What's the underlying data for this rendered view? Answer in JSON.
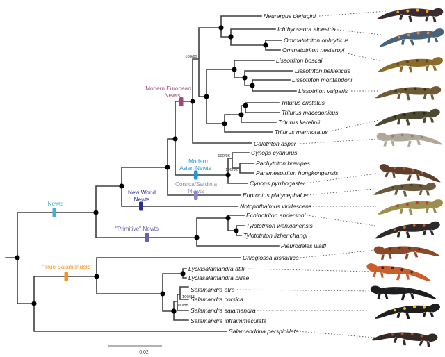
{
  "figure": {
    "type": "phylogenetic-tree",
    "tips": [
      "Neurergus derjugini",
      "Ichthyosaura alpestris",
      "Ommatotriton ophryticus",
      "Ommatotriton nesterovi",
      "Lissotriton boscai",
      "Lissotriton helveticus",
      "Lissotriton montandoni",
      "Lissotriton vulgaris",
      "Triturus cristatus",
      "Triturus macedonicus",
      "Triturus karelinii",
      "Triturus marmoratus",
      "Calotriton asper",
      "Cynops cyanurus",
      "Pachytriton brevipes",
      "Paramesotriton hongkongensis",
      "Cynops pyrrhogaster",
      "Euproctus platycephalus",
      "Notophthalmus viridescens",
      "Echinotriton andersoni",
      "Tylototriton wenxianensis",
      "Tylototriton lizhenchangi",
      "Pleurodeles waltl",
      "Chioglossa lusitanica",
      "Lyciasalamandra atifi",
      "Lyciasalamandra billae",
      "Salamandra atra",
      "Salamandra corsica",
      "Salamandra salamandra",
      "Salamandra infraimmaculata",
      "Salamandrina perspicillata"
    ],
    "clades": [
      {
        "id": "modern-european-newts",
        "lines": [
          "Modern European",
          "Newts"
        ],
        "color": "#A0487E"
      },
      {
        "id": "modern-asian-newts",
        "lines": [
          "Modern",
          "Asian Newts"
        ],
        "color": "#1E96DC"
      },
      {
        "id": "corsica-sardinia-newts",
        "lines": [
          "Corsica/Sardinia",
          "Newts"
        ],
        "color": "#8C85C6"
      },
      {
        "id": "new-world-newts",
        "lines": [
          "New World",
          "Newts"
        ],
        "color": "#2B2E8C"
      },
      {
        "id": "newts",
        "lines": [
          "Newts"
        ],
        "color": "#38B6CE"
      },
      {
        "id": "primitive-newts",
        "lines": [
          "\"Primitive\" Newts"
        ],
        "color": "#6C60AC"
      },
      {
        "id": "true-salamanders",
        "lines": [
          "\"True Salamanders\""
        ],
        "color": "#F7941E"
      }
    ],
    "supports": [
      "100/99",
      "100/96",
      "100/92",
      "100/83",
      "100/88"
    ],
    "scale_bar": {
      "label": "0.02"
    },
    "newick": "(((((((Neurergus_derjugini,(Ichthyosaura_alpestris,(Ommatotriton_ophryticus,Ommatotriton_nesterovi))),((Lissotriton_boscai,(Lissotriton_helveticus,(Lissotriton_montandoni,Lissotriton_vulgaris))),(((Triturus_cristatus,Triturus_macedonicus),Triturus_karelinii),Triturus_marmoratus)))100/99,Calotriton_asper)ModernEuropeanNewts,((Cynops_cyanurus,(Pachytriton_brevipes,Paramesotriton_hongkongensis)100/92)100/96,Cynops_pyrrhogaster)ModernAsianNewts),Euproctus_platycephalus_CorsicaSardiniaNewts),Notophthalmus_viridescens_NewWorldNewts),((Echinotriton_andersoni,(Tylototriton_wenxianensis,Tylototriton_lizhenchangi)),Pleurodeles_waltl)PrimitiveNewts)Newts,((Chioglossa_lusitanica,((Lyciasalamandra_atifi,Lyciasalamandra_billae),(((Salamandra_atra,Salamandra_corsica)100/83,Salamandra_salamandra)100/88,Salamandra_infraimmaculata)))TrueSalamanders,Salamandrina_perspicillata);",
    "photos": [
      {
        "species": "Neurergus derjugini",
        "body": "#3A2B33",
        "accent": "#F5A623"
      },
      {
        "species": "Ichthyosaura alpestris",
        "body": "#4A6277",
        "accent": "#E8833A"
      },
      {
        "species": "Ommatotriton (banded newt)",
        "body": "#8A6B2A",
        "accent": "#5A4418"
      },
      {
        "species": "Lissotriton vulgaris",
        "body": "#6E5B35",
        "accent": "#3C301B"
      },
      {
        "species": "Triturus marmoratus",
        "body": "#4C4A30",
        "accent": "#2C2A18"
      },
      {
        "species": "Calotriton asper",
        "body": "#B0A79A",
        "accent": "#8F867A"
      },
      {
        "species": "Cynops pyrrhogaster",
        "body": "#5F3F2A",
        "accent": "#C2512E"
      },
      {
        "species": "Euproctus platycephalus",
        "body": "#6B5A3C",
        "accent": "#4A3D26"
      },
      {
        "species": "Notophthalmus viridescens",
        "body": "#9A8F4E",
        "accent": "#C0392B"
      },
      {
        "species": "Echinotriton andersoni",
        "body": "#2E2A28",
        "accent": "#C75B2A"
      },
      {
        "species": "Chioglossa lusitanica",
        "body": "#8A4A2A",
        "accent": "#5F3018"
      },
      {
        "species": "Lyciasalamandra atifi",
        "body": "#C95F2E",
        "accent": "#3A2A22"
      },
      {
        "species": "Salamandra atra",
        "body": "#1D1D1F",
        "accent": "#2A2A2E"
      },
      {
        "species": "Salamandra salamandra",
        "body": "#1F1E1C",
        "accent": "#F2C318"
      },
      {
        "species": "Salamandrina perspicillata",
        "body": "#332A26",
        "accent": "#B5452C"
      }
    ]
  }
}
